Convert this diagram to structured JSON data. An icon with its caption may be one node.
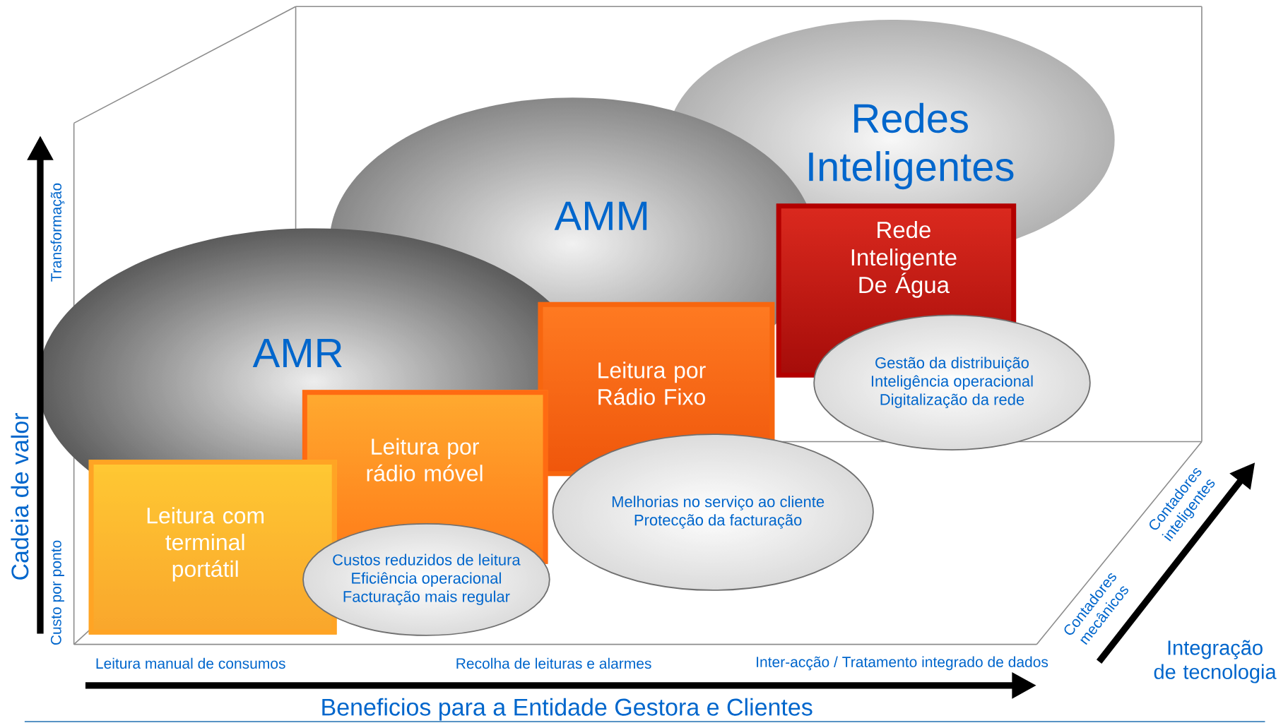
{
  "diagram": {
    "nodes": [
      {
        "text": [
          "Redes Inteligentes"
        ]
      },
      {
        "text": [
          "AMM"
        ]
      },
      {
        "text": [
          "AMR"
        ]
      },
      {
        "text": [
          "Rede Inteligente De Água"
        ]
      },
      {
        "text": [
          "Leitura por Rádio Fixo"
        ]
      },
      {
        "text": [
          "Leitura por rádio móvel"
        ]
      },
      {
        "text": [
          "Leitura com terminal portátil"
        ]
      },
      {
        "text": [
          "Gestão da distribuição",
          "Inteligência operacional",
          "Digitalização da rede"
        ]
      },
      {
        "text": [
          "Melhorias no serviço ao cliente",
          "Protecção da facturação"
        ]
      },
      {
        "text": [
          "Custos reduzidos de leitura",
          "Eficiência operacional",
          "Facturação mais regular"
        ]
      }
    ],
    "edges": [],
    "labels": [
      "Transformação",
      "Cadeia de valor",
      "Custo por ponto",
      "Leitura manual de consumos",
      "Recolha de leituras e alarmes",
      "Inter-acção / Tratamento integrado de dados",
      "Contadores mecânicos",
      "Contadores inteligentes",
      "Integração de tecnologia",
      "Beneficios para a Entidade Gestora e Clientes"
    ]
  }
}
